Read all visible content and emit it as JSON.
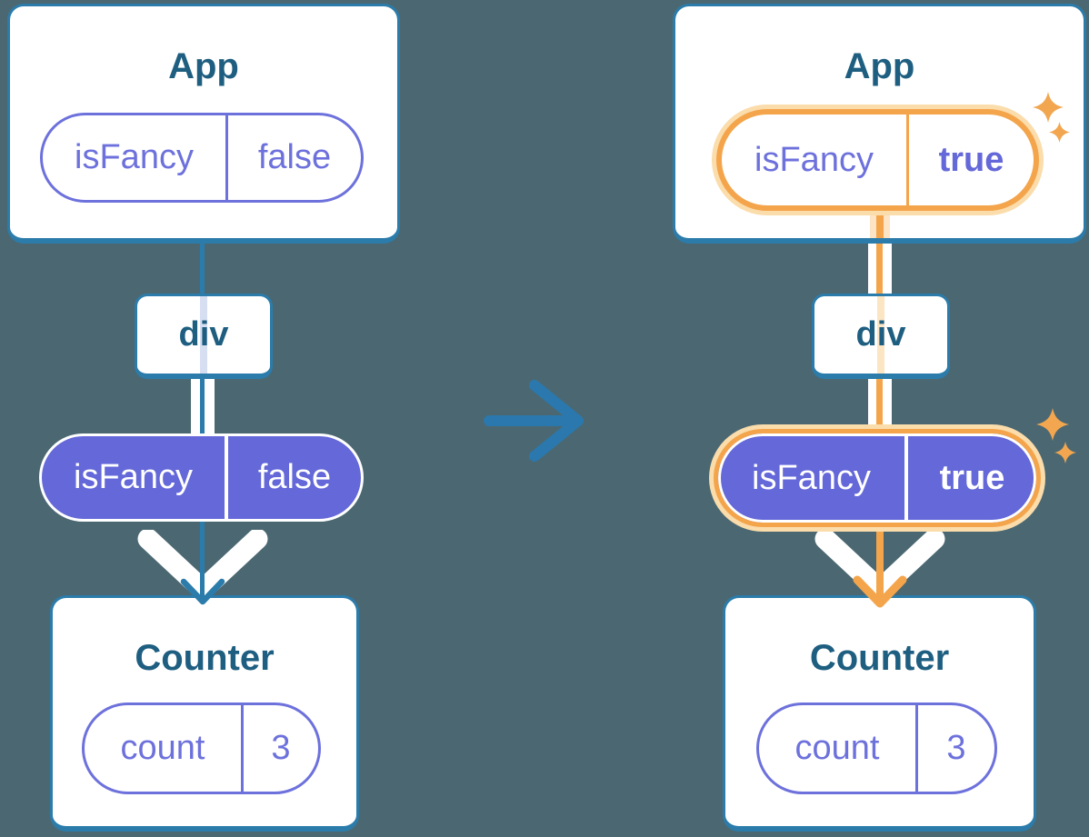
{
  "before": {
    "app": {
      "title": "App",
      "state_pill": {
        "name": "isFancy",
        "value": "false"
      }
    },
    "container": {
      "label": "div"
    },
    "prop_pill": {
      "name": "isFancy",
      "value": "false"
    },
    "counter": {
      "title": "Counter",
      "state_pill": {
        "name": "count",
        "value": "3"
      }
    }
  },
  "after": {
    "app": {
      "title": "App",
      "state_pill": {
        "name": "isFancy",
        "value": "true"
      }
    },
    "container": {
      "label": "div"
    },
    "prop_pill": {
      "name": "isFancy",
      "value": "true"
    },
    "counter": {
      "title": "Counter",
      "state_pill": {
        "name": "count",
        "value": "3"
      }
    }
  },
  "icons": {
    "transition_arrow": "right-arrow",
    "sparkle": "four-point-star",
    "flow_arrow": "down-chevron"
  },
  "colors": {
    "background": "#4b6872",
    "card_border": "#2b7cab",
    "title_text": "#1e5e80",
    "pill_purple": "#6468d8",
    "pill_outline_purple": "#6d71dc",
    "highlight_orange": "#f4a54b",
    "highlight_orange_glow": "#fbdcab",
    "transition_arrow_blue": "#2a78ad"
  }
}
